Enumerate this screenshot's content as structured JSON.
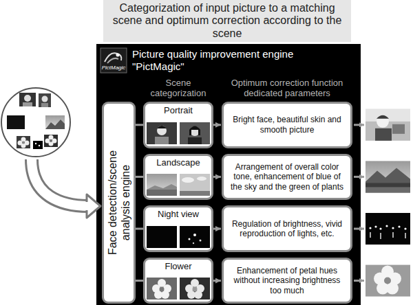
{
  "diagram": {
    "title": "Categorization of input picture to a matching scene and optimum correction according to the scene",
    "nodes": [
      {
        "text": [
          "Picture quality improvement engine \"PictMagic\""
        ]
      },
      {
        "text": [
          "Face detection/scene analysis engine"
        ],
        "in": 0
      },
      {
        "text": [
          "Portrait"
        ],
        "in": 0
      },
      {
        "text": [
          "Bright face, beautiful skin and smooth picture"
        ],
        "in": 0
      },
      {
        "text": [
          "Landscape"
        ],
        "in": 0
      },
      {
        "text": [
          "Arrangement of overall color tone, enhancement of blue of the sky and the green of plants"
        ],
        "in": 0
      },
      {
        "text": [
          "Night view"
        ],
        "in": 0
      },
      {
        "text": [
          "Regulation of brightness, vivid reproduction of lights, etc."
        ],
        "in": 0
      },
      {
        "text": [
          "Flower"
        ],
        "in": 0
      },
      {
        "text": [
          "Enhancement of petal hues without increasing brightness too much"
        ],
        "in": 0
      }
    ],
    "edges": [
      {
        "from": 1,
        "to": 2,
        "arrow": "none"
      },
      {
        "from": 1,
        "to": 4,
        "arrow": "none"
      },
      {
        "from": 1,
        "to": 6,
        "arrow": "none"
      },
      {
        "from": 1,
        "to": 8,
        "arrow": "none"
      },
      {
        "from": 2,
        "to": 3,
        "arrow": "to"
      },
      {
        "from": 4,
        "to": 5,
        "arrow": "to"
      },
      {
        "from": 6,
        "to": 7,
        "arrow": "to"
      },
      {
        "from": 8,
        "to": 9,
        "arrow": "to"
      }
    ],
    "labels": [
      "PictMagic",
      "Scene categorization",
      "Optimum correction function dedicated parameters"
    ]
  }
}
